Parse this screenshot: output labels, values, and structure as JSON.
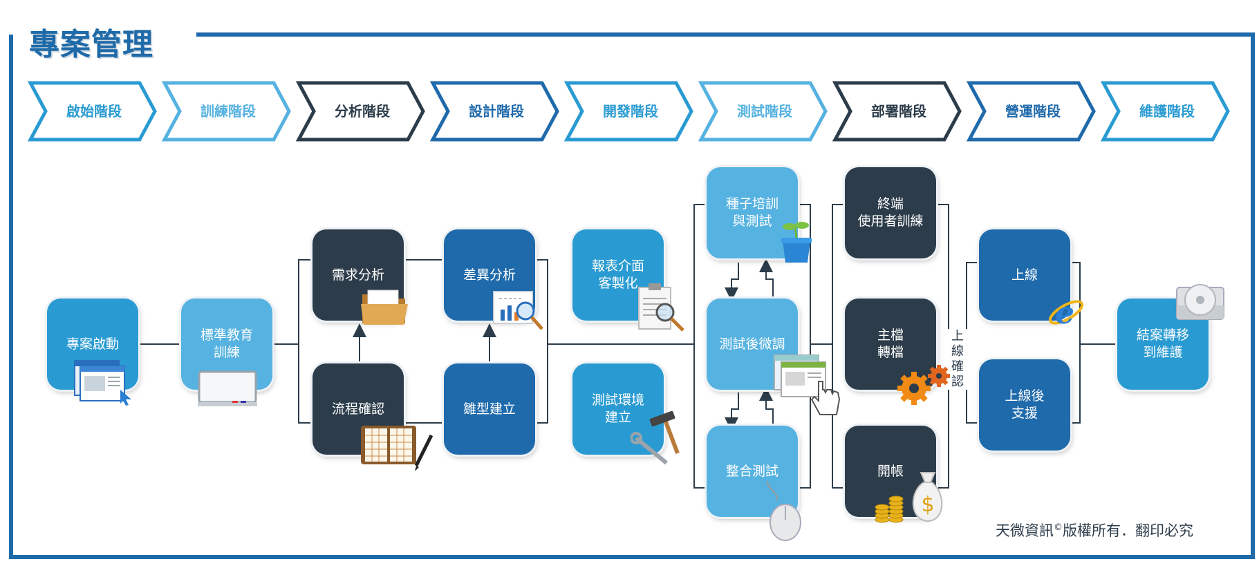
{
  "title": "專案管理",
  "colors": {
    "frame": "#1f6aab",
    "dark": "#2c3c4a",
    "mid": "#2a9bd2",
    "light": "#56b2e0",
    "navy": "#1f6aab"
  },
  "stages": [
    {
      "label": "啟始階段",
      "color": "#2a9bd2"
    },
    {
      "label": "訓練階段",
      "color": "#56b2e0"
    },
    {
      "label": "分析階段",
      "color": "#2c3c4a"
    },
    {
      "label": "設計階段",
      "color": "#1f6aab"
    },
    {
      "label": "開發階段",
      "color": "#2a9bd2"
    },
    {
      "label": "測試階段",
      "color": "#56b2e0"
    },
    {
      "label": "部署階段",
      "color": "#2c3c4a"
    },
    {
      "label": "營運階段",
      "color": "#1f6aab"
    },
    {
      "label": "維護階段",
      "color": "#2a9bd2"
    }
  ],
  "tasks": {
    "project_start": "專案啟動",
    "standard_training": "標準教育\n訓練",
    "requirements": "需求分析",
    "process_confirm": "流程確認",
    "gap_analysis": "差異分析",
    "prototype": "雛型建立",
    "report_custom": "報表介面\n客製化",
    "test_env": "測試環境\n建立",
    "seed_training": "種子培訓\n與測試",
    "post_test_tuning": "測試後微調",
    "integration_test": "整合測試",
    "end_user_training": "終端\n使用者訓練",
    "master_transfer": "主檔\n轉檔",
    "account_open": "開帳",
    "go_live": "上線",
    "post_live_support": "上線後\n支援",
    "closing": "結案轉移\n到維護"
  },
  "go_live_confirm": "上線\n確認",
  "copyright": {
    "owner": "天微資訊",
    "mark": "©",
    "text": "版權所有．翻印必究"
  },
  "icons": [
    "browser-window-icon",
    "whiteboard-icon",
    "folder-icon",
    "planner-book-icon",
    "chart-magnifier-icon",
    "document-magnifier-icon",
    "hammer-wrench-icon",
    "sprout-pot-icon",
    "hand-cursor-icon",
    "mouse-icon",
    "gears-icon",
    "money-bag-icon",
    "internet-explorer-icon",
    "cd-drive-icon"
  ]
}
